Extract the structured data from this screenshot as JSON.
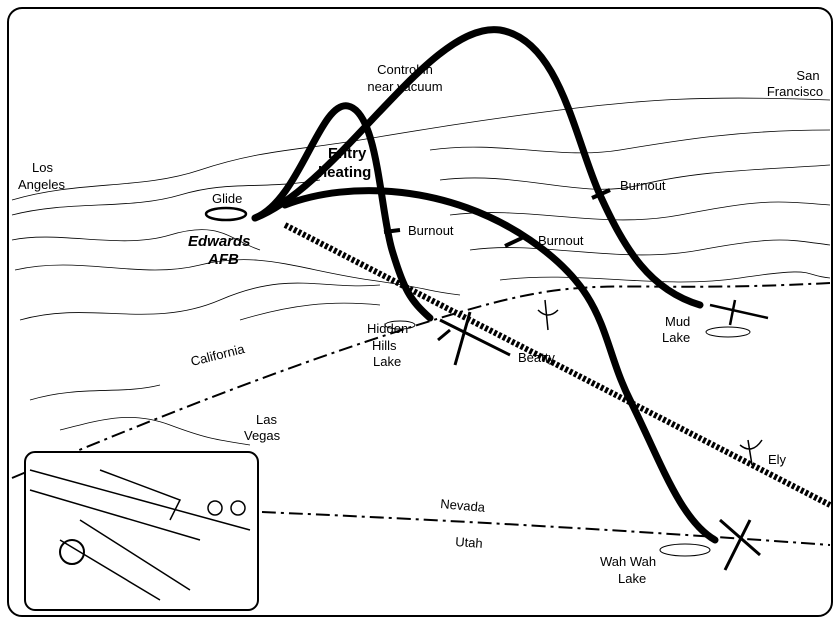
{
  "labels": {
    "control_in": "Control in",
    "near_vacuum": "near vacuum",
    "san": "San",
    "francisco": "Francisco",
    "los": "Los",
    "angeles": "Angeles",
    "glide": "Glide",
    "entry": "Entry",
    "heating": "heating",
    "edwards": "Edwards",
    "afb": "AFB",
    "burnout_1": "Burnout",
    "burnout_2": "Burnout",
    "burnout_3": "Burnout",
    "hidden": "Hidden",
    "hills": "Hills",
    "lake_hh": "Lake",
    "beatty": "Beatty",
    "mud": "Mud",
    "lake_mud": "Lake",
    "california": "California",
    "las": "Las",
    "vegas": "Vegas",
    "ely": "Ely",
    "nevada": "Nevada",
    "utah": "Utah",
    "wah_wah": "Wah Wah",
    "lake_ww": "Lake"
  }
}
